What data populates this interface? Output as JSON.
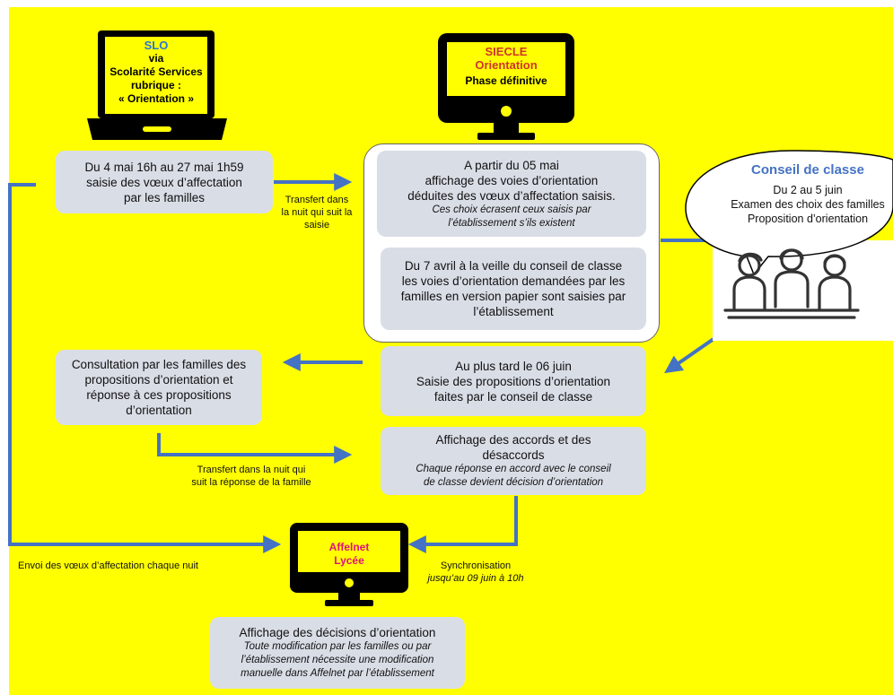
{
  "slo": {
    "title": "SLO",
    "line1": "via",
    "line2": "Scolarité Services",
    "line3": "rubrique :",
    "line4": "« Orientation »",
    "title_color": "#2e75d6"
  },
  "siecle": {
    "title": "SIECLE",
    "line1": "Orientation",
    "line2": "Phase définitive",
    "title_color": "#d0342c"
  },
  "affelnet": {
    "title": "Affelnet",
    "line1": "Lycée",
    "title_color": "#e0107a"
  },
  "box_saisie": {
    "l1": "Du 4 mai 16h au 27 mai 1h59",
    "l2": "saisie des vœux d’affectation",
    "l3": "par les familles"
  },
  "box_affichage_voies": {
    "l1": "A partir du 05 mai",
    "l2": "affichage des voies d’orientation",
    "l3": "déduites des vœux d’affectation saisis.",
    "i1": "Ces choix écrasent ceux saisis par",
    "i2": "l’établissement s’ils existent"
  },
  "box_papier": {
    "l1": "Du 7 avril à la veille du conseil de classe",
    "l2": "les voies d’orientation demandées par les",
    "l3": "familles en version papier sont saisies par",
    "l4": "l’établissement"
  },
  "box_propositions": {
    "l1": "Au plus tard le 06 juin",
    "l2": "Saisie des propositions d’orientation",
    "l3": "faites par le conseil de classe"
  },
  "box_consultation": {
    "l1": "Consultation par les familles des",
    "l2": "propositions d’orientation et",
    "l3": "réponse à ces propositions",
    "l4": "d’orientation"
  },
  "box_accords": {
    "l1": "Affichage des accords et des",
    "l2": "désaccords",
    "i1": "Chaque réponse en accord avec le conseil",
    "i2": "de classe devient décision d’orientation"
  },
  "box_decisions": {
    "l1": "Affichage des décisions d’orientation",
    "i1": "Toute modification par les familles ou par",
    "i2": "l’établissement nécessite une modification",
    "i3": "manuelle dans Affelnet par l’établissement"
  },
  "conseil": {
    "title": "Conseil de classe",
    "l1": "Du 2 au 5 juin",
    "l2": "Examen des choix des familles",
    "l3": "Proposition d’orientation",
    "title_color": "#4472c4"
  },
  "labels": {
    "transfert1": [
      "Transfert dans",
      "la nuit qui suit la",
      "saisie"
    ],
    "transfert2": [
      "Transfert dans la nuit qui",
      "suit la réponse de la famille"
    ],
    "envoi": "Envoi des vœux d’affectation chaque nuit",
    "sync": "Synchronisation",
    "sync_it": "jusqu’au 09 juin à 10h"
  },
  "colors": {
    "background": "#ffff00",
    "box": "#d9dde6",
    "arrow": "#4472c4",
    "monitor": "#000000"
  }
}
